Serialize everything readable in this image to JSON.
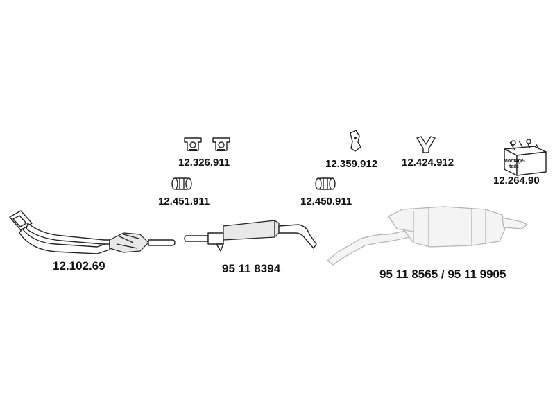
{
  "parts": {
    "hanger_a": "12.326.911",
    "bracket_a": "12.359.912",
    "hanger_b": "12.424.912",
    "mounting_kit": "12.264.90",
    "clamp_a": "12.451.911",
    "clamp_b": "12.450.911",
    "catalytic_converter": "12.102.69",
    "middle_silencer": "95 11 8394",
    "rear_silencer": "95 11 8565 / 95 11 9905"
  },
  "mounting_kit_box": {
    "line1": "Montage-",
    "line2": "teile"
  },
  "colors": {
    "line": "#222222",
    "faded": "#b5b5b5"
  }
}
